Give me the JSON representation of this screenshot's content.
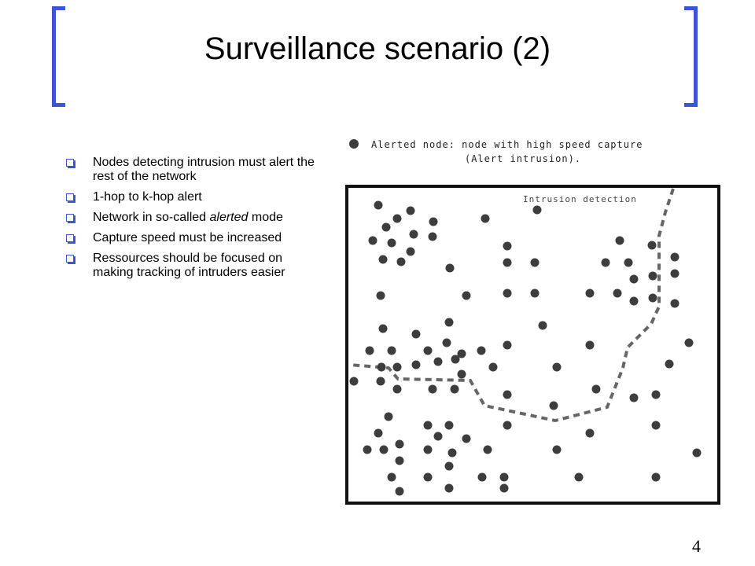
{
  "slide": {
    "title": "Surveillance scenario (2)",
    "page_number": "4",
    "accent_color": "#3b55d6"
  },
  "bullets": [
    {
      "text": "Nodes detecting intrusion must alert the rest of the network"
    },
    {
      "text": "1-hop to k-hop alert"
    },
    {
      "text_before": "Network in so-called ",
      "text_italic": "alerted",
      "text_after": " mode"
    },
    {
      "text": "Capture speed must be increased"
    },
    {
      "text": "Ressources should be focused on making tracking of intruders easier"
    }
  ],
  "diagram": {
    "legend_line1": "Alerted node: node with high speed capture",
    "legend_line2": "(Alert intrusion).",
    "intrusion_label": "Intrusion detection",
    "node_color": "#3d3d3d",
    "path_color": "#666666"
  }
}
